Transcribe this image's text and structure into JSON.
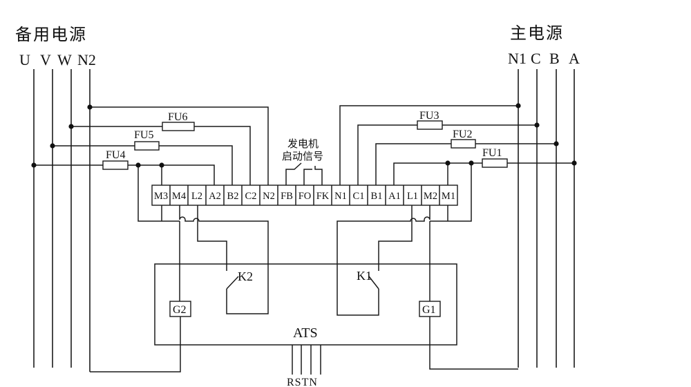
{
  "backup_source": {
    "title": "备用电源",
    "buses": [
      "U",
      "V",
      "W",
      "N2"
    ]
  },
  "main_source": {
    "title": "主电源",
    "buses": [
      "N1",
      "C",
      "B",
      "A"
    ]
  },
  "fuses": {
    "fu1": "FU1",
    "fu2": "FU2",
    "fu3": "FU3",
    "fu4": "FU4",
    "fu5": "FU5",
    "fu6": "FU6"
  },
  "generator_signal": {
    "line1": "发电机",
    "line2": "启动信号"
  },
  "terminals": [
    "M3",
    "M4",
    "L2",
    "A2",
    "B2",
    "C2",
    "N2",
    "FB",
    "FO",
    "FK",
    "N1",
    "C1",
    "B1",
    "A1",
    "L1",
    "M2",
    "M1"
  ],
  "contacts": {
    "k1": "K1",
    "k2": "K2"
  },
  "coils": {
    "g1": "G1",
    "g2": "G2"
  },
  "ats": {
    "label": "ATS",
    "outputs": "RSTN"
  }
}
